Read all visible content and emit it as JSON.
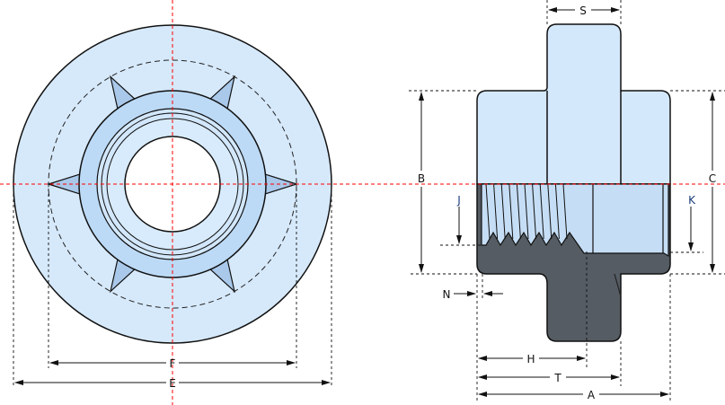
{
  "drawing": {
    "title": "Threaded union fitting dimensional drawing",
    "front_view_labels": {
      "F": "F",
      "E": "E"
    },
    "side_view_labels": {
      "S": "S",
      "B": "B",
      "C": "C",
      "J": "J",
      "K": "K",
      "N": "N",
      "H": "H",
      "T": "T",
      "A": "A"
    },
    "colors": {
      "body_light": "#d4e8fb",
      "body_mid": "#b9d8f5",
      "section_dark": "#555c63",
      "centerline": "#ff0000",
      "outline": "#111111"
    }
  }
}
